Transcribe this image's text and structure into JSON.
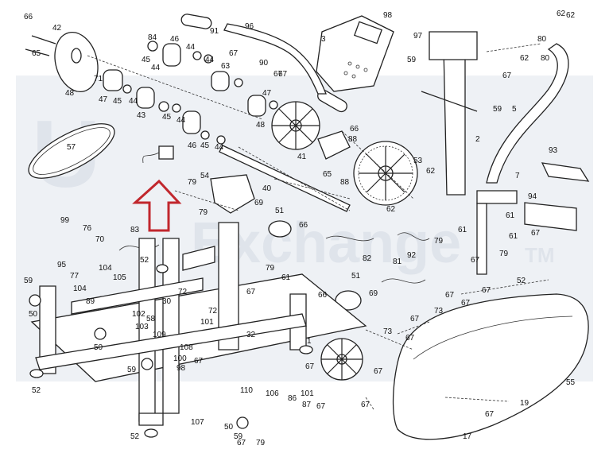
{
  "watermark": {
    "logo_mark": "U",
    "brand": "Exchange",
    "trademark": "TM"
  },
  "part_labels": [
    "66",
    "42",
    "65",
    "48",
    "84",
    "45",
    "44",
    "46",
    "44",
    "44",
    "91",
    "96",
    "90",
    "98",
    "3",
    "97",
    "62",
    "62",
    "80",
    "80",
    "62",
    "67",
    "59",
    "67",
    "71",
    "47",
    "45",
    "44",
    "43",
    "45",
    "44",
    "46",
    "45",
    "44",
    "63",
    "47",
    "67",
    "48",
    "41",
    "66",
    "88",
    "53",
    "62",
    "65",
    "88",
    "62",
    "59",
    "5",
    "2",
    "67",
    "57",
    "93",
    "7",
    "94",
    "61",
    "61",
    "67",
    "79",
    "61",
    "79",
    "54",
    "79",
    "79",
    "40",
    "69",
    "51",
    "66",
    "82",
    "92",
    "81",
    "79",
    "61",
    "99",
    "76",
    "70",
    "83",
    "52",
    "95",
    "104",
    "77",
    "105",
    "104",
    "89",
    "59",
    "50",
    "102",
    "30",
    "58",
    "103",
    "72",
    "72",
    "101",
    "32",
    "109",
    "108",
    "100",
    "59",
    "50",
    "52",
    "98",
    "67",
    "110",
    "106",
    "101",
    "87",
    "67",
    "107",
    "50",
    "59",
    "52",
    "86",
    "66",
    "51",
    "69",
    "73",
    "67",
    "67",
    "67",
    "67",
    "73",
    "67",
    "67",
    "67",
    "19",
    "17",
    "67",
    "67",
    "1",
    "55",
    "52",
    "67",
    "67",
    "67",
    "79"
  ]
}
